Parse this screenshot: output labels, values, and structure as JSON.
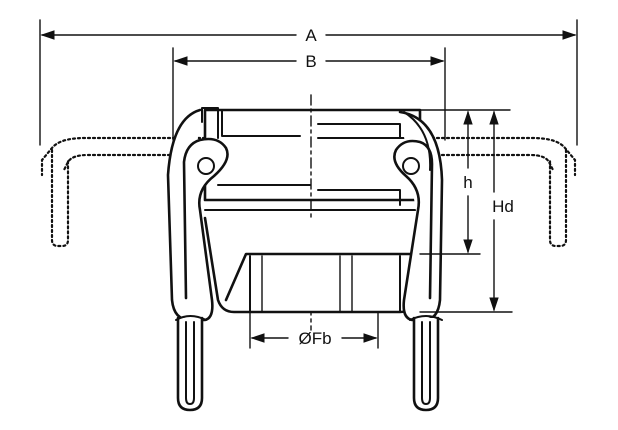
{
  "diagram": {
    "labels": {
      "a": "A",
      "b": "B",
      "h": "h",
      "hd": "Hd",
      "fb": "ØFb"
    }
  }
}
